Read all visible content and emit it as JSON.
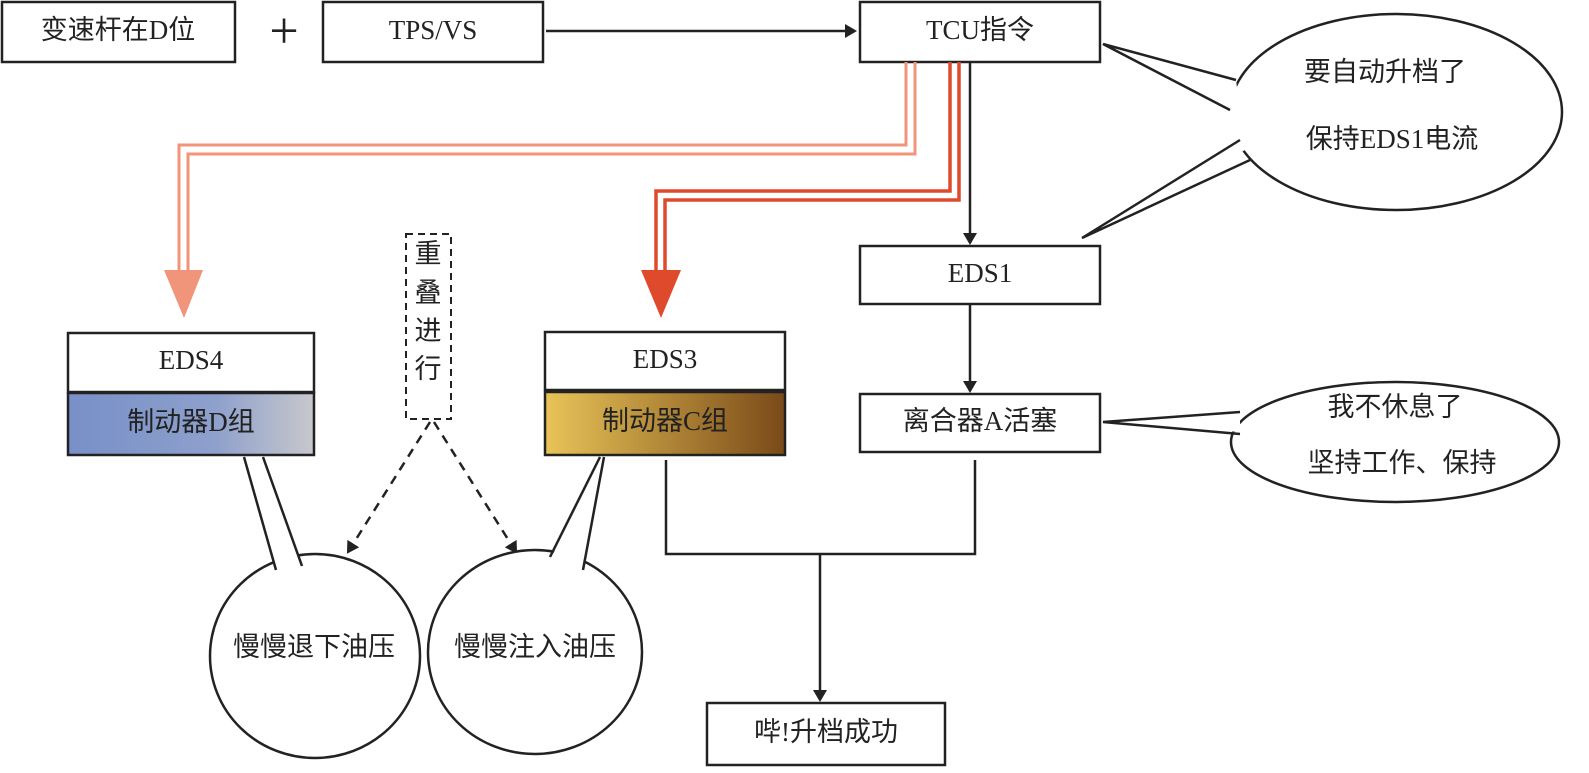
{
  "nodes": {
    "gear_lever": "变速杆在D位",
    "plus": "+",
    "tps_vs": "TPS/VS",
    "tcu": "TCU指令",
    "eds1": "EDS1",
    "clutch_a": "离合器A活塞",
    "eds4": "EDS4",
    "brake_d": "制动器D组",
    "eds3": "EDS3",
    "brake_c": "制动器C组",
    "overlap": [
      "重",
      "叠",
      "进",
      "行"
    ],
    "result": "哔!升档成功"
  },
  "bubbles": {
    "tcu_line1": "要自动升档了",
    "tcu_line2": "保持EDS1电流",
    "clutch_line1": "我不休息了",
    "clutch_line2": "坚持工作、保持",
    "brake_d": "慢慢退下油压",
    "brake_c": "慢慢注入油压"
  },
  "colors": {
    "eds4_line": "#f0947a",
    "eds3_line": "#e04a2c",
    "brake_d_start": "#7890c8",
    "brake_d_end": "#c8c8cc",
    "brake_c_start": "#e8c458",
    "brake_c_end": "#7a4a18"
  }
}
